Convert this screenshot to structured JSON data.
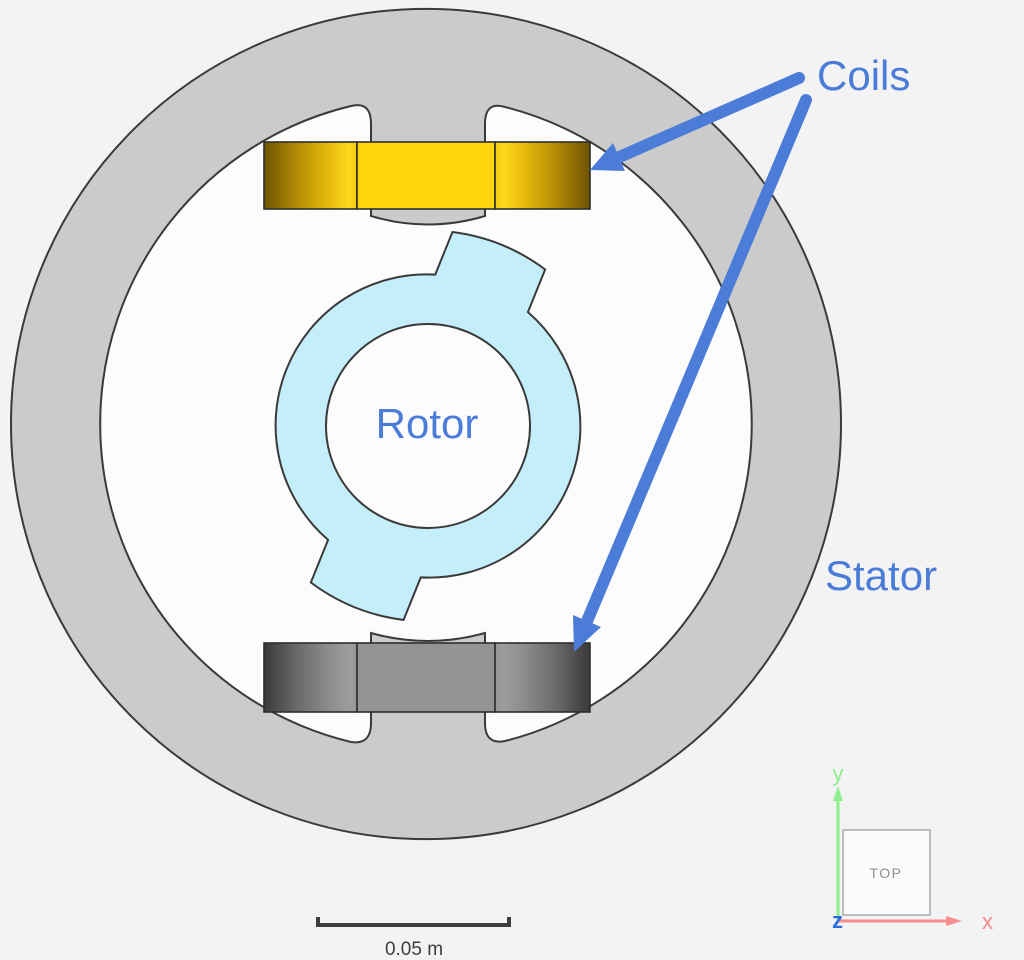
{
  "viewport": {
    "background": "#f3f3f3",
    "labels": {
      "coils": "Coils",
      "rotor": "Rotor",
      "stator": "Stator"
    },
    "annotation_color": "#4a7cd8",
    "parts": {
      "stator_fill": "#cbcbcb",
      "outline": "#3a3a3a",
      "rotor_fill": "#c5eefb",
      "coil_top_fill": "#ffd60e",
      "coil_bottom_fill": "#949494",
      "bore_fill": "#fcfcfc"
    },
    "scale_bar": {
      "label": "0.05 m"
    },
    "view_cube": {
      "label": "TOP"
    },
    "axes": {
      "x_label": "x",
      "y_label": "y",
      "z_label": "z",
      "x_color": "#f98c8c",
      "y_color": "#8df08d",
      "z_color": "#2f6be0"
    }
  }
}
